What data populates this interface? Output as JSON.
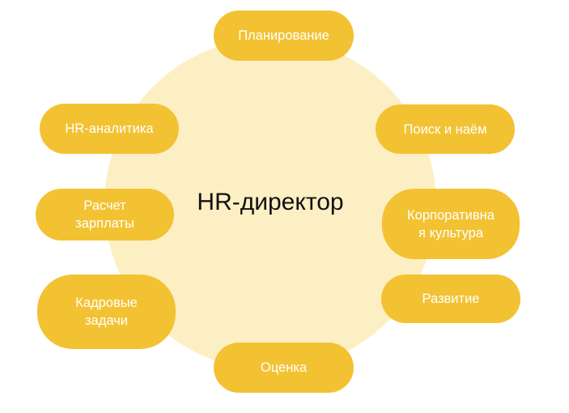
{
  "center": {
    "title": "HR-директор"
  },
  "colors": {
    "circle": "#fdefc4",
    "pill": "#f3c233",
    "pill_text": "#ffffff",
    "title_text": "#111111"
  },
  "nodes": {
    "planning": {
      "lines": [
        "Планирование"
      ]
    },
    "search_hiring": {
      "lines": [
        "Поиск и наём"
      ]
    },
    "corporate_culture": {
      "lines": [
        "Корпоративна",
        "я культура"
      ]
    },
    "development": {
      "lines": [
        "Развитие"
      ]
    },
    "evaluation": {
      "lines": [
        "Оценка"
      ]
    },
    "hr_tasks": {
      "lines": [
        "Кадровые",
        "задачи"
      ]
    },
    "payroll": {
      "lines": [
        "Расчет",
        "зарплаты"
      ]
    },
    "hr_analytics": {
      "lines": [
        "HR-аналитика"
      ]
    }
  }
}
